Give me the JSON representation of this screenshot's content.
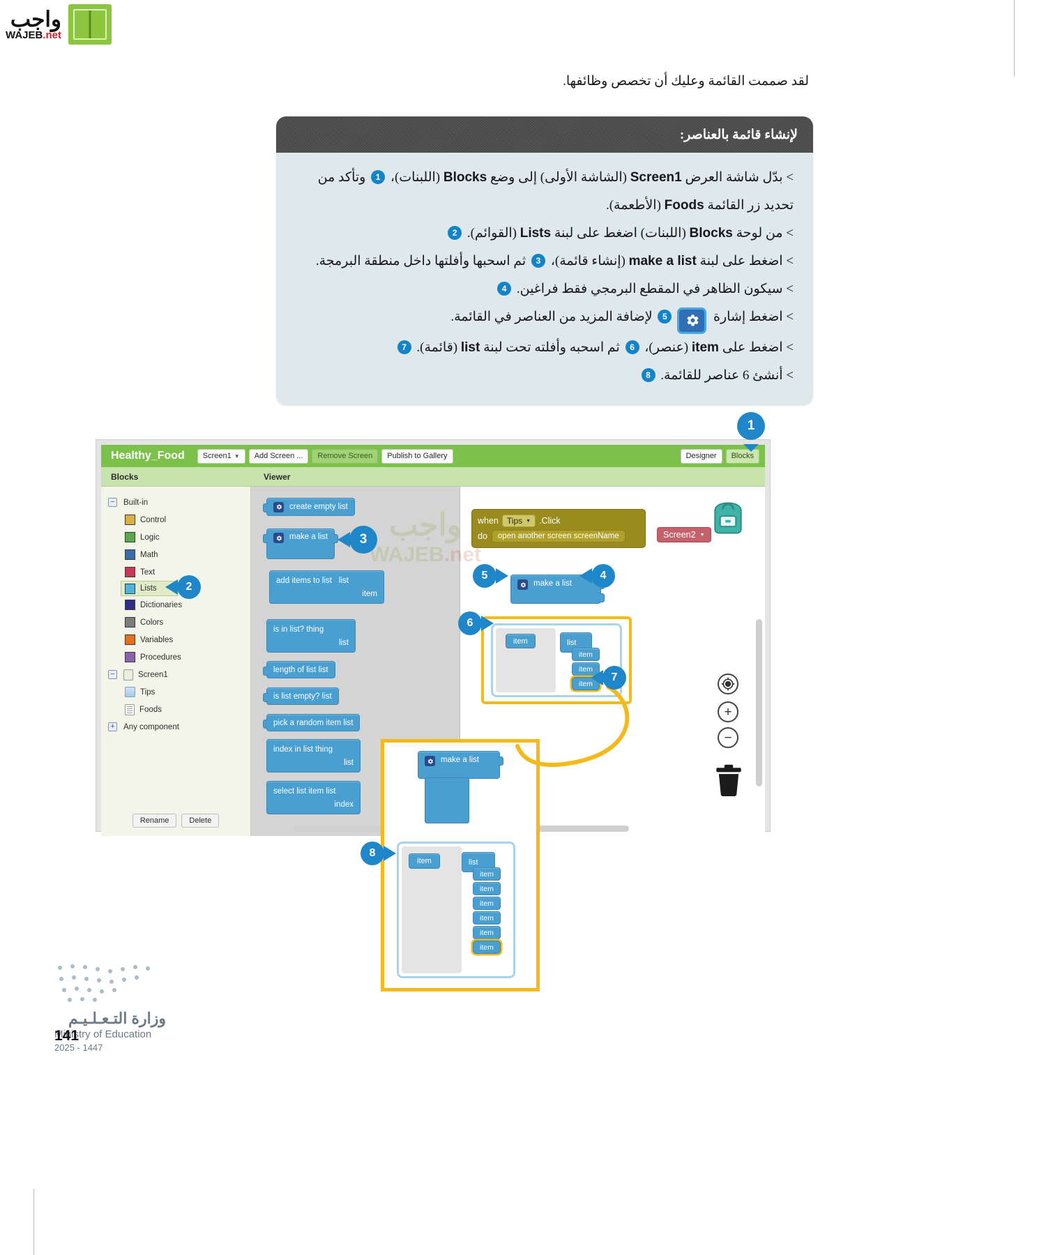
{
  "logo": {
    "brand": "واجب",
    "domain": "WAJEB",
    "tld": ".net"
  },
  "intro": {
    "text": "لقد صممت القائمة وعليك أن تخصص وظائفها."
  },
  "card": {
    "title": "لإنشاء قائمة بالعناصر:",
    "bullets": [
      {
        "id": "b1",
        "pre": "> بدّل شاشة العرض ",
        "b1": "Screen1",
        "mid1": " (الشاشة الأولى) إلى وضع ",
        "b2": "Blocks",
        "mid2": " (اللبنات)، ",
        "badge": "1",
        "post": " وتأكد من تحديد زر القائمة ",
        "b3": "Foods",
        "tail": " (الأطعمة)."
      },
      {
        "id": "b2",
        "pre": "> من لوحة ",
        "b1": "Blocks",
        "mid1": " (اللبنات) اضغط على لبنة ",
        "b2": "Lists",
        "mid2": " (القوائم). ",
        "badge": "2",
        "post": "",
        "b3": "",
        "tail": ""
      },
      {
        "id": "b3",
        "pre": "> اضغط على لبنة ",
        "b1": "make a list",
        "mid1": " (إنشاء قائمة)، ",
        "badge": "3",
        "mid2": " ثم اسحبها وأفلتها داخل منطقة البرمجة.",
        "b2": "",
        "post": "",
        "b3": "",
        "tail": ""
      },
      {
        "id": "b4",
        "pre": "> سيكون الظاهر في المقطع البرمجي فقط فراغين. ",
        "badge": "4",
        "b1": "",
        "mid1": "",
        "b2": "",
        "mid2": "",
        "post": "",
        "b3": "",
        "tail": ""
      },
      {
        "id": "b5",
        "pre": "> اضغط إشارة ",
        "gear": "gear-icon",
        "badge": "5",
        "mid1": " لإضافة المزيد من العناصر في القائمة.",
        "b1": "",
        "b2": "",
        "mid2": "",
        "post": "",
        "b3": "",
        "tail": ""
      },
      {
        "id": "b6",
        "pre": "> اضغط على ",
        "b1": "item",
        "mid1": " (عنصر)، ",
        "badge": "6",
        "mid2": " ثم اسحبه وأفلته تحت لبنة ",
        "b2": "list",
        "post": " (قائمة). ",
        "badge2": "7",
        "b3": "",
        "tail": ""
      },
      {
        "id": "b7",
        "pre": "> أنشئ 6 عناصر للقائمة. ",
        "badge": "8",
        "b1": "",
        "mid1": "",
        "b2": "",
        "mid2": "",
        "post": "",
        "b3": "",
        "tail": ""
      }
    ]
  },
  "app": {
    "project_name": "Healthy_Food",
    "toolbar": {
      "screen_select": "Screen1",
      "add_screen": "Add Screen ...",
      "remove_screen": "Remove Screen",
      "publish": "Publish to Gallery",
      "designer": "Designer",
      "blocks": "Blocks"
    },
    "panel_titles": {
      "blocks": "Blocks",
      "viewer": "Viewer"
    },
    "tree": {
      "builtin_label": "Built-in",
      "builtin_items": [
        {
          "label": "Control",
          "color": "#d8b14a"
        },
        {
          "label": "Logic",
          "color": "#5ba84f"
        },
        {
          "label": "Math",
          "color": "#3f6aa8"
        },
        {
          "label": "Text",
          "color": "#c7395a"
        },
        {
          "label": "Lists",
          "color": "#4fb4dd"
        },
        {
          "label": "Dictionaries",
          "color": "#2d2f86"
        },
        {
          "label": "Colors",
          "color": "#7c7c7c"
        },
        {
          "label": "Variables",
          "color": "#e2701d"
        },
        {
          "label": "Procedures",
          "color": "#8a63ad"
        }
      ],
      "screen_label": "Screen1",
      "screen_children": [
        "Tips",
        "Foods"
      ],
      "any_component": "Any component",
      "rename": "Rename",
      "delete": "Delete"
    },
    "flyout_blocks": [
      {
        "label": "create empty list",
        "mutator": true,
        "rows": []
      },
      {
        "label": "make a list",
        "mutator": true,
        "rows": []
      },
      {
        "label": "add items to list",
        "mutator": true,
        "rows": [
          "list",
          "item"
        ]
      },
      {
        "label": "is in list? thing",
        "mutator": false,
        "rows": [
          "list"
        ]
      },
      {
        "label": "length of list   list",
        "mutator": false,
        "rows": []
      },
      {
        "label": "is list empty?   list",
        "mutator": false,
        "rows": []
      },
      {
        "label": "pick a random item   list",
        "mutator": false,
        "rows": []
      },
      {
        "label": "index in list  thing",
        "mutator": false,
        "rows": [
          "list"
        ]
      },
      {
        "label": "select list item  list",
        "mutator": false,
        "rows": [
          "index"
        ]
      }
    ],
    "canvas": {
      "event_when": "when",
      "event_component": "Tips",
      "event_name": ".Click",
      "event_do": "do",
      "event_action": "open another screen   screenName",
      "event_arg": "Screen2",
      "make_a_list": "make a list",
      "mutator_item": "item",
      "mutator_list": "list",
      "mutator_items": [
        "item",
        "item",
        "item"
      ]
    },
    "panel8": {
      "make_a_list": "make a list",
      "item_palette": "item",
      "list_label": "list",
      "items": [
        "item",
        "item",
        "item",
        "item",
        "item",
        "item"
      ]
    }
  },
  "callouts": {
    "p1": "1",
    "p2": "2",
    "p3": "3",
    "p4": "4",
    "p5": "5",
    "p6": "6",
    "p7": "7",
    "p8": "8"
  },
  "watermark": {
    "ar": "واجب",
    "en": "WAJEB",
    "tld": ".net"
  },
  "footer": {
    "ministry_ar": "وزارة التـعـلـيـم",
    "ministry_en": "Ministry of Education",
    "years": "2025 - 1447",
    "page": "141"
  },
  "colors": {
    "accent": "#1f86c9",
    "highlight": "#f5b91a",
    "green": "#7cc24a",
    "block": "#4a9fd1"
  }
}
